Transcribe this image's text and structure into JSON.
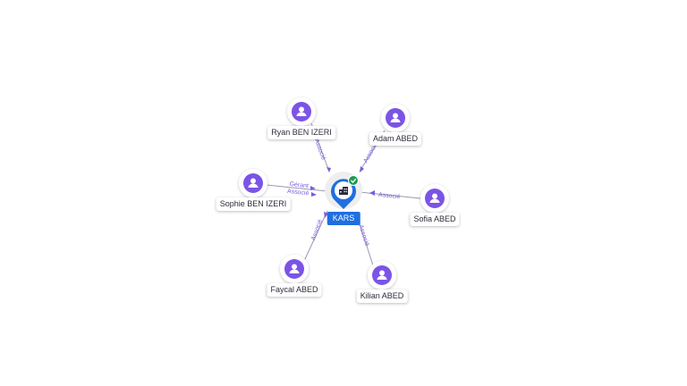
{
  "colors": {
    "person": "#7b54e6",
    "center": "#1f6fe0",
    "edge": "#9a9ab0",
    "edge_label": "#7a5be0",
    "check": "#1e9a55"
  },
  "center": {
    "label": "KARS",
    "icon": "building-icon",
    "badge_icon": "check-icon"
  },
  "people": [
    {
      "id": "ryan",
      "label": "Ryan BEN IZERI",
      "relations": [
        "Associé"
      ]
    },
    {
      "id": "adam",
      "label": "Adam ABED",
      "relations": [
        "Associé"
      ]
    },
    {
      "id": "sophie",
      "label": "Sophie BEN IZERI",
      "relations": [
        "Gérant",
        "Associé"
      ]
    },
    {
      "id": "sofia",
      "label": "Sofia ABED",
      "relations": [
        "Associé"
      ]
    },
    {
      "id": "faycal",
      "label": "Faycal ABED",
      "relations": [
        "Associé"
      ]
    },
    {
      "id": "kilian",
      "label": "Kilian ABED",
      "relations": [
        "Associé"
      ]
    }
  ]
}
